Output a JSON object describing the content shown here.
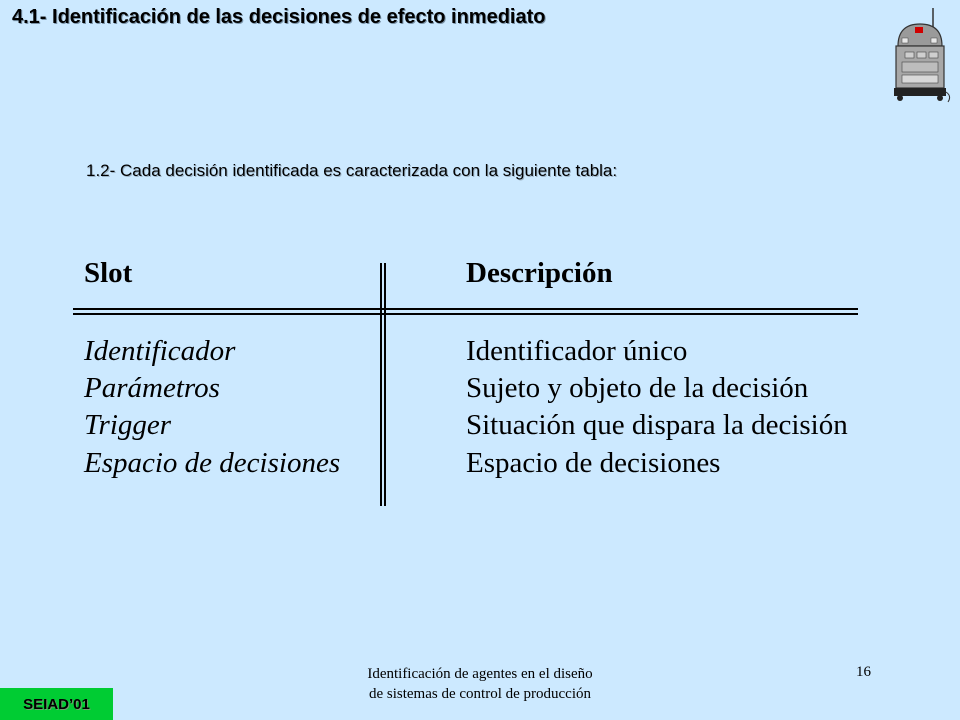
{
  "title": "4.1- Identificación de las decisiones de efecto inmediato",
  "subtitle": "1.2- Cada decisión identificada es caracterizada con la siguiente tabla:",
  "table": {
    "header": {
      "slot": "Slot",
      "description": "Descripción"
    },
    "rows": [
      {
        "slot": "Identificador",
        "description": "Identificador único"
      },
      {
        "slot": "Parámetros",
        "description": "Sujeto y objeto de la decisión"
      },
      {
        "slot": "Trigger",
        "description": "Situación que dispara la decisión"
      },
      {
        "slot": "Espacio de decisiones",
        "description": "Espacio de decisiones"
      }
    ]
  },
  "footer": {
    "line1": "Identificación de agentes en el diseño",
    "line2": "de sistemas de control de producción",
    "page_number": "16",
    "badge": "SEIAD’01"
  },
  "icons": {
    "robot": "robot-icon"
  },
  "colors": {
    "background": "#cce9ff",
    "badge": "#00cc33"
  }
}
